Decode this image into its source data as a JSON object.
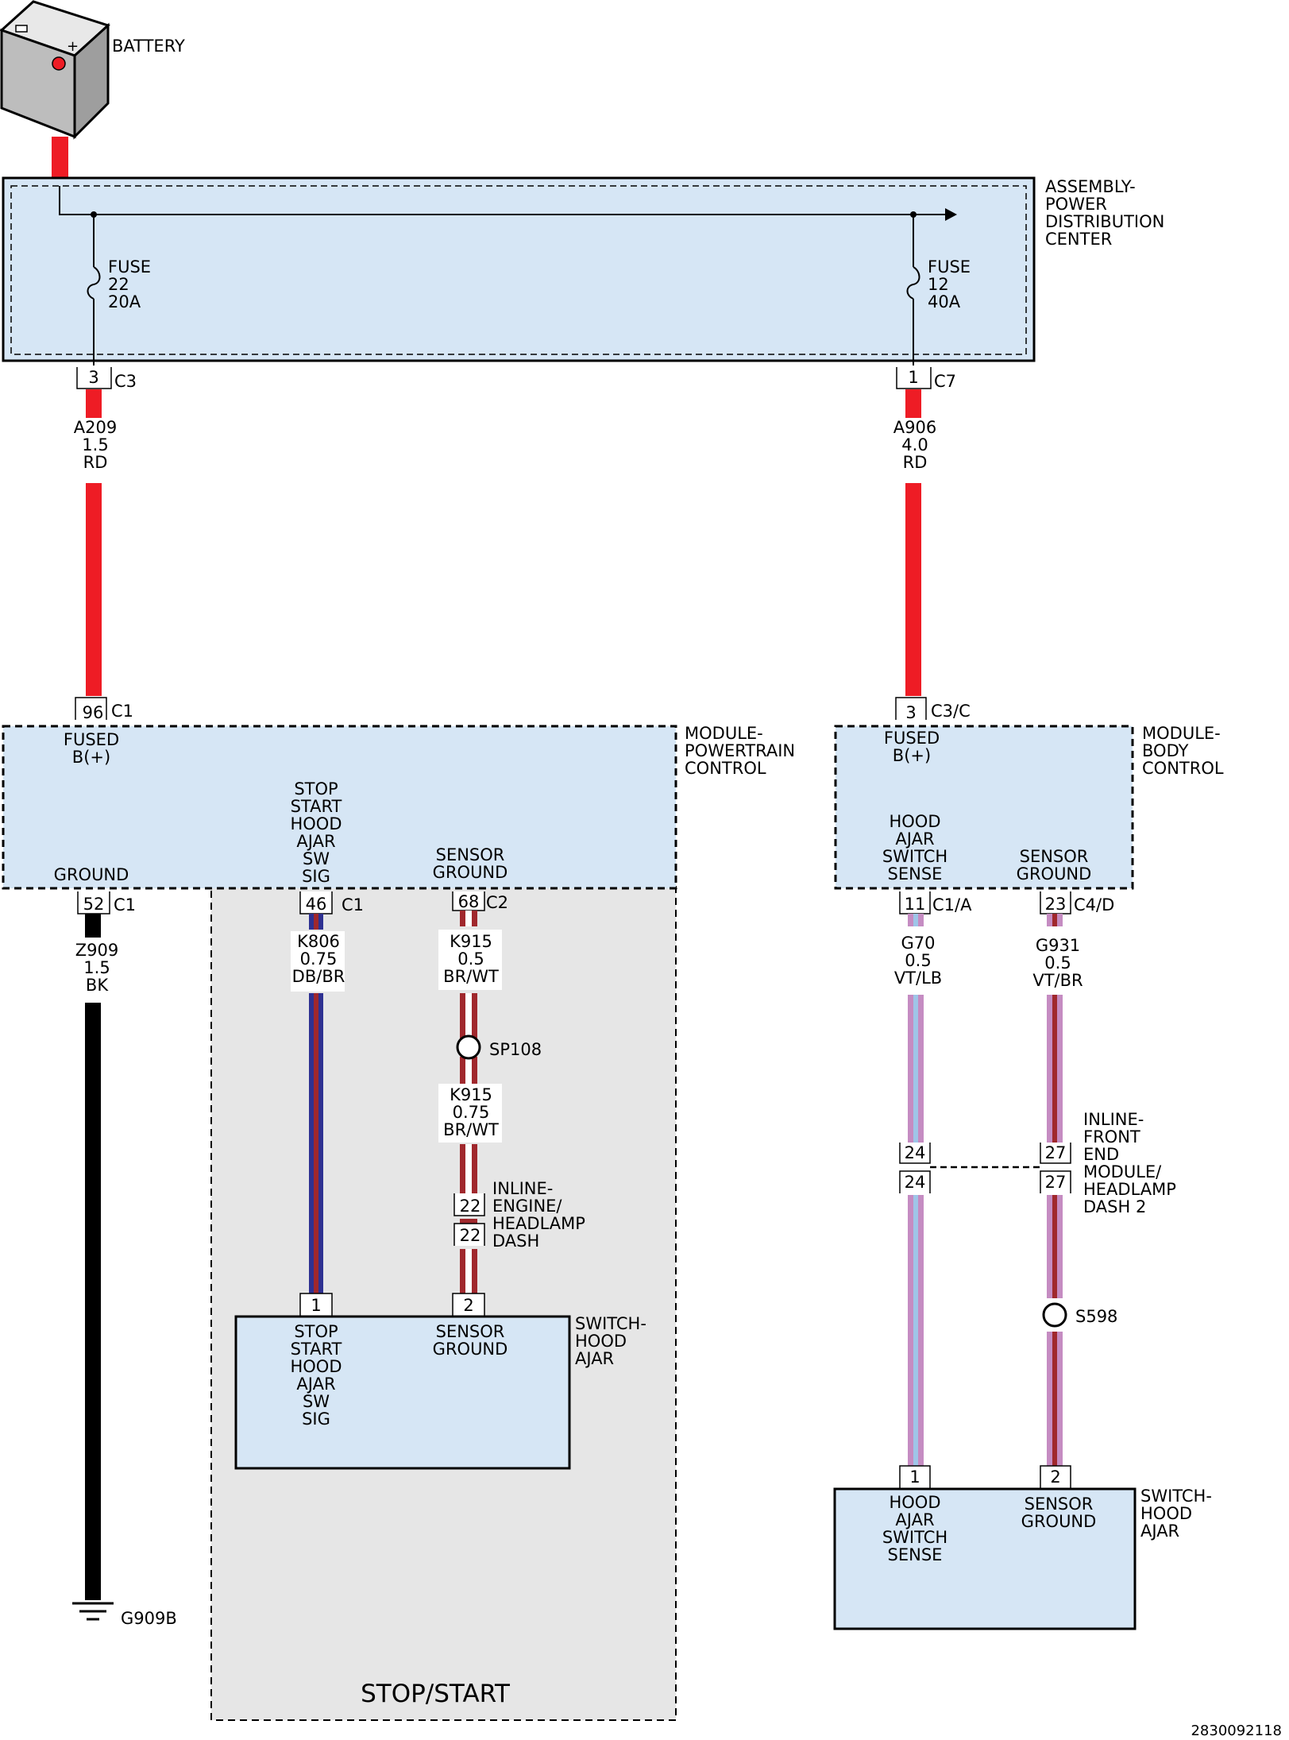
{
  "colors": {
    "module_fill": "#d6e6f5",
    "option_fill": "#e6e6e6",
    "wire_red": "#ee1c25",
    "wire_black": "#000000",
    "wire_dark_blue": "#2e3192",
    "wire_brown": "#a0282d",
    "wire_violet": "#c58cc2",
    "wire_light_blue": "#9fc5e8",
    "wire_white": "#ffffff"
  },
  "battery": {
    "label": "BATTERY"
  },
  "pdc": {
    "name": [
      "ASSEMBLY-",
      "POWER",
      "DISTRIBUTION",
      "CENTER"
    ],
    "fuse_left": [
      "FUSE",
      "22",
      "20A"
    ],
    "fuse_right": [
      "FUSE",
      "12",
      "40A"
    ]
  },
  "connectors": {
    "pdc_left": {
      "pin": "3",
      "conn": "C3"
    },
    "pdc_right": {
      "pin": "1",
      "conn": "C7"
    },
    "pcm_fused": {
      "pin": "96",
      "conn": "C1"
    },
    "bcm_fused": {
      "pin": "3",
      "conn": "C3/C"
    },
    "pcm_ground": {
      "pin": "52",
      "conn": "C1"
    },
    "pcm_sig": {
      "pin": "46",
      "conn": "C1"
    },
    "pcm_sensor": {
      "pin": "68",
      "conn": "C2"
    },
    "bcm_sense": {
      "pin": "11",
      "conn": "C1/A"
    },
    "bcm_sensor": {
      "pin": "23",
      "conn": "C4/D"
    },
    "inline_left_a": "22",
    "inline_left_b": "22",
    "inline_right_a1": "24",
    "inline_right_a2": "24",
    "inline_right_b1": "27",
    "inline_right_b2": "27",
    "sw_left_1": "1",
    "sw_left_2": "2",
    "sw_right_1": "1",
    "sw_right_2": "2"
  },
  "wires": {
    "a209": [
      "A209",
      "1.5",
      "RD"
    ],
    "a906": [
      "A906",
      "4.0",
      "RD"
    ],
    "z909": [
      "Z909",
      "1.5",
      "BK"
    ],
    "k806": [
      "K806",
      "0.75",
      "DB/BR"
    ],
    "k915a": [
      "K915",
      "0.5",
      "BR/WT"
    ],
    "k915b": [
      "K915",
      "0.75",
      "BR/WT"
    ],
    "g70": [
      "G70",
      "0.5",
      "VT/LB"
    ],
    "g931": [
      "G931",
      "0.5",
      "VT/BR"
    ]
  },
  "pcm": {
    "name": [
      "MODULE-",
      "POWERTRAIN",
      "CONTROL"
    ],
    "fused": [
      "FUSED",
      "B(+)"
    ],
    "ground": [
      "GROUND"
    ],
    "sig": [
      "STOP",
      "START",
      "HOOD",
      "AJAR",
      "SW",
      "SIG"
    ],
    "sensor": [
      "SENSOR",
      "GROUND"
    ]
  },
  "bcm": {
    "name": [
      "MODULE-",
      "BODY",
      "CONTROL"
    ],
    "fused": [
      "FUSED",
      "B(+)"
    ],
    "sense": [
      "HOOD",
      "AJAR",
      "SWITCH",
      "SENSE"
    ],
    "sensor": [
      "SENSOR",
      "GROUND"
    ]
  },
  "splices": {
    "sp108": "SP108",
    "s598": "S598"
  },
  "inline_left": [
    "INLINE-",
    "ENGINE/",
    "HEADLAMP",
    "DASH"
  ],
  "inline_right": [
    "INLINE-",
    "FRONT",
    "END",
    "MODULE/",
    "HEADLAMP",
    "DASH 2"
  ],
  "switch_left": {
    "name": [
      "SWITCH-",
      "HOOD",
      "AJAR"
    ],
    "sig": [
      "STOP",
      "START",
      "HOOD",
      "AJAR",
      "SW",
      "SIG"
    ],
    "sensor": [
      "SENSOR",
      "GROUND"
    ]
  },
  "switch_right": {
    "name": [
      "SWITCH-",
      "HOOD",
      "AJAR"
    ],
    "sense": [
      "HOOD",
      "AJAR",
      "SWITCH",
      "SENSE"
    ],
    "sensor": [
      "SENSOR",
      "GROUND"
    ]
  },
  "ground": {
    "label": "G909B"
  },
  "option_label": "STOP/START",
  "figure_id": "2830092118"
}
